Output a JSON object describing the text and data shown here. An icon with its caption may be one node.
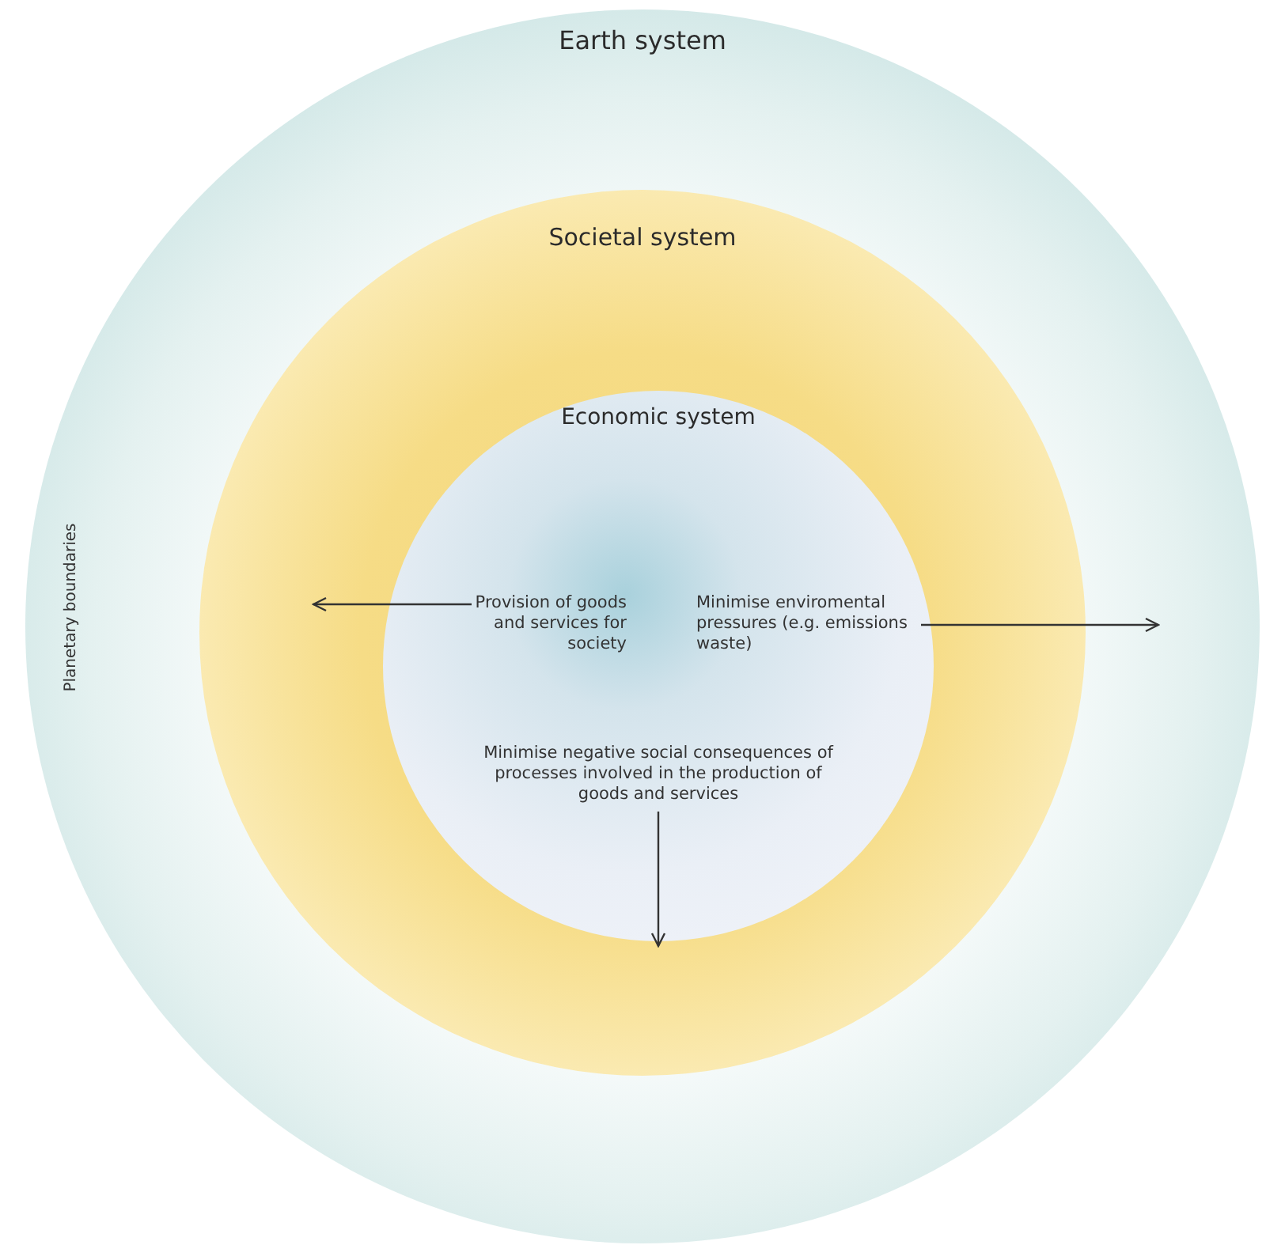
{
  "diagram": {
    "nodes": [
      {
        "text": [
          "Earth system"
        ]
      },
      {
        "text": [
          "Societal system"
        ],
        "in": 0
      },
      {
        "text": [
          "Economic system"
        ],
        "in": 1
      },
      {
        "text": [
          "Provision of goods and services for society"
        ],
        "in": 2
      },
      {
        "text": [
          "Minimise enviromental pressures (e.g. emissions waste)"
        ],
        "in": 2
      },
      {
        "text": [
          "Minimise negative social consequences of processes involved in the production of goods and services"
        ],
        "in": 2
      }
    ],
    "edges": [
      {
        "from": 3,
        "to": null,
        "arrow": "to"
      },
      {
        "from": 4,
        "to": null,
        "arrow": "to"
      },
      {
        "from": 5,
        "to": null,
        "arrow": "to"
      }
    ],
    "labels": [
      "Planetary boundaries"
    ]
  }
}
